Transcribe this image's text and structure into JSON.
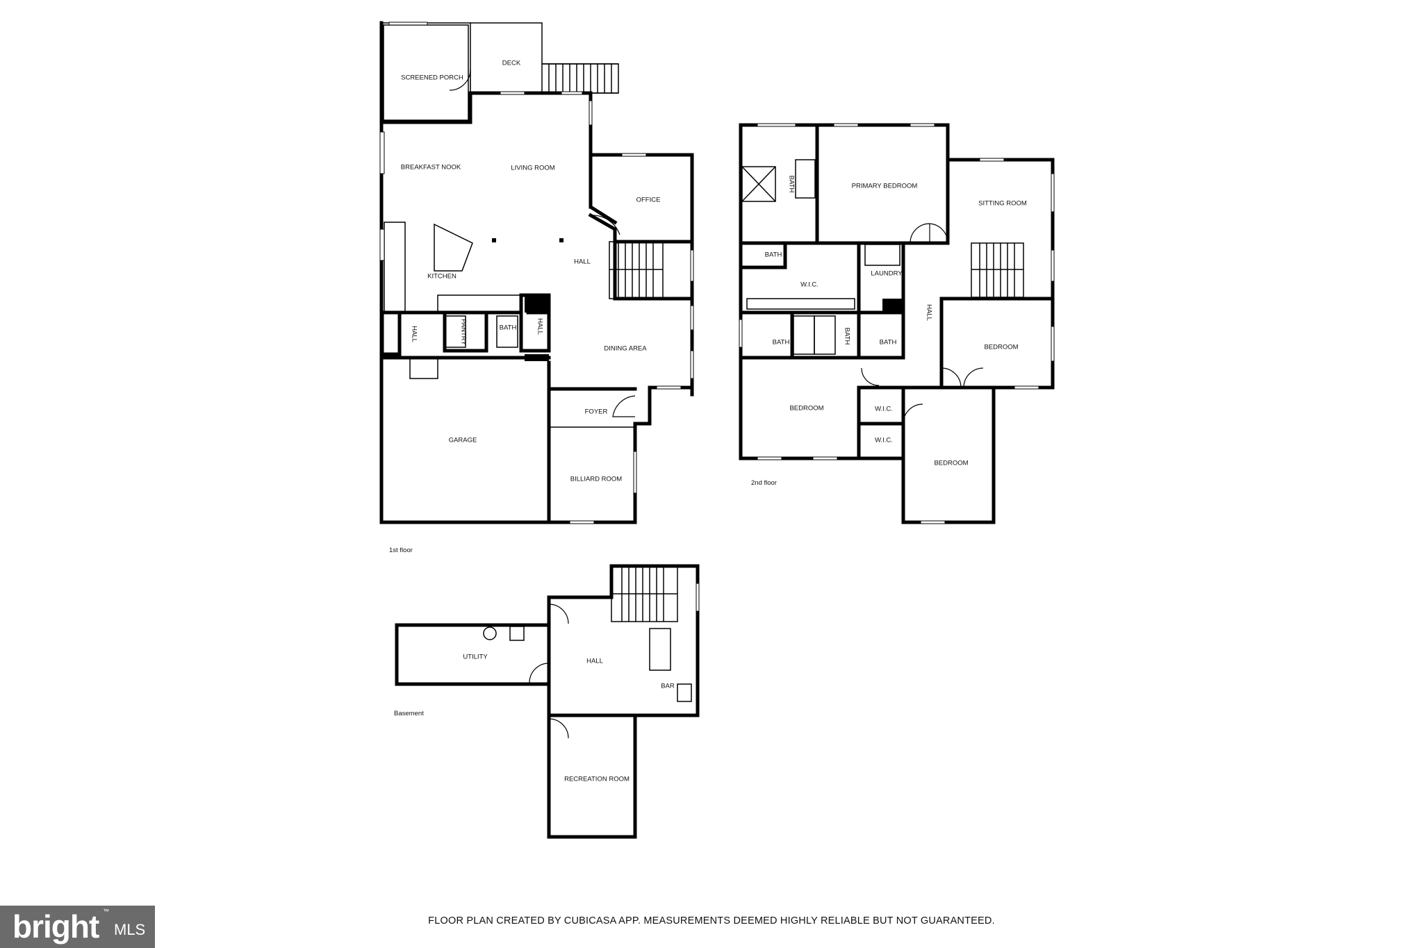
{
  "floors": {
    "first": {
      "label": "1st floor",
      "rooms": {
        "screened_porch": "SCREENED PORCH",
        "deck": "DECK",
        "breakfast_nook": "BREAKFAST NOOK",
        "living_room": "LIVING ROOM",
        "office": "OFFICE",
        "hall_main": "HALL",
        "kitchen": "KITCHEN",
        "hall_small_left": "HALL",
        "pantry": "PANTRY",
        "bath": "BATH",
        "hall_small_right": "HALL",
        "dining_area": "DINING AREA",
        "foyer": "FOYER",
        "garage": "GARAGE",
        "billiard_room": "BILLIARD ROOM"
      }
    },
    "second": {
      "label": "2nd floor",
      "rooms": {
        "bath_primary": "BATH",
        "primary_bedroom": "PRIMARY BEDROOM",
        "sitting_room": "SITTING ROOM",
        "bath_small": "BATH",
        "wic_primary": "W.I.C.",
        "laundry": "LAUNDRY",
        "hall": "HALL",
        "bath_left": "BATH",
        "bath_mid": "BATH",
        "bath_right": "BATH",
        "bedroom_right": "BEDROOM",
        "bedroom_left": "BEDROOM",
        "wic_upper": "W.I.C.",
        "wic_lower": "W.I.C.",
        "bedroom_bottom": "BEDROOM"
      }
    },
    "basement": {
      "label": "Basement",
      "rooms": {
        "utility": "UTILITY",
        "hall": "HALL",
        "bar": "BAR",
        "recreation_room": "RECREATION ROOM"
      }
    }
  },
  "disclaimer": "FLOOR PLAN CREATED BY CUBICASA APP. MEASUREMENTS DEEMED HIGHLY RELIABLE BUT NOT GUARANTEED.",
  "logo": {
    "brand": "bright",
    "suffix": "MLS",
    "trademark": "™",
    "background": "#6b6b6b"
  }
}
